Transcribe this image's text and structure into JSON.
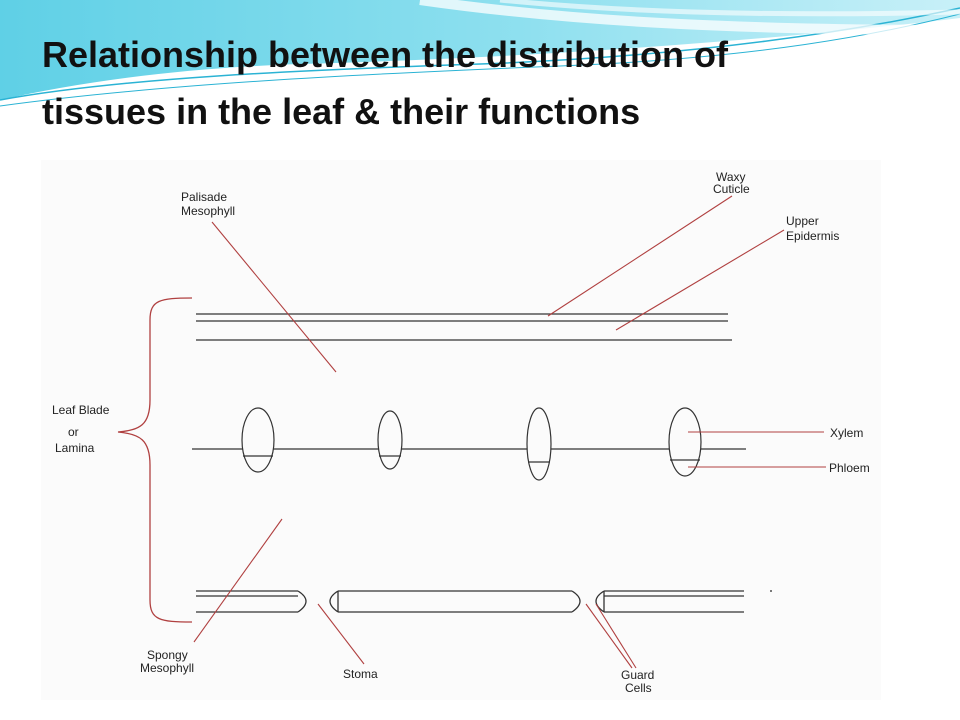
{
  "slide": {
    "title_line1": "Relationship between the distribution of",
    "title_line2": "tissues in the leaf & their functions"
  },
  "diagram": {
    "labels": {
      "palisade_line1": "Palisade",
      "palisade_line2": "Mesophyll",
      "waxy_line1": "Waxy",
      "waxy_line2": "Cuticle",
      "upper_line1": "Upper",
      "upper_line2": "Epidermis",
      "leaf_line1": "Leaf Blade",
      "leaf_line2": "or",
      "leaf_line3": "Lamina",
      "xylem": "Xylem",
      "phloem": "Phloem",
      "spongy_line1": "Spongy",
      "spongy_line2": "Mesophyll",
      "stoma": "Stoma",
      "guard_line1": "Guard",
      "guard_line2": "Cells"
    },
    "colors": {
      "structure": "#333333",
      "pointer": "#b04040",
      "header_cyan": "#3cc0dc"
    }
  }
}
